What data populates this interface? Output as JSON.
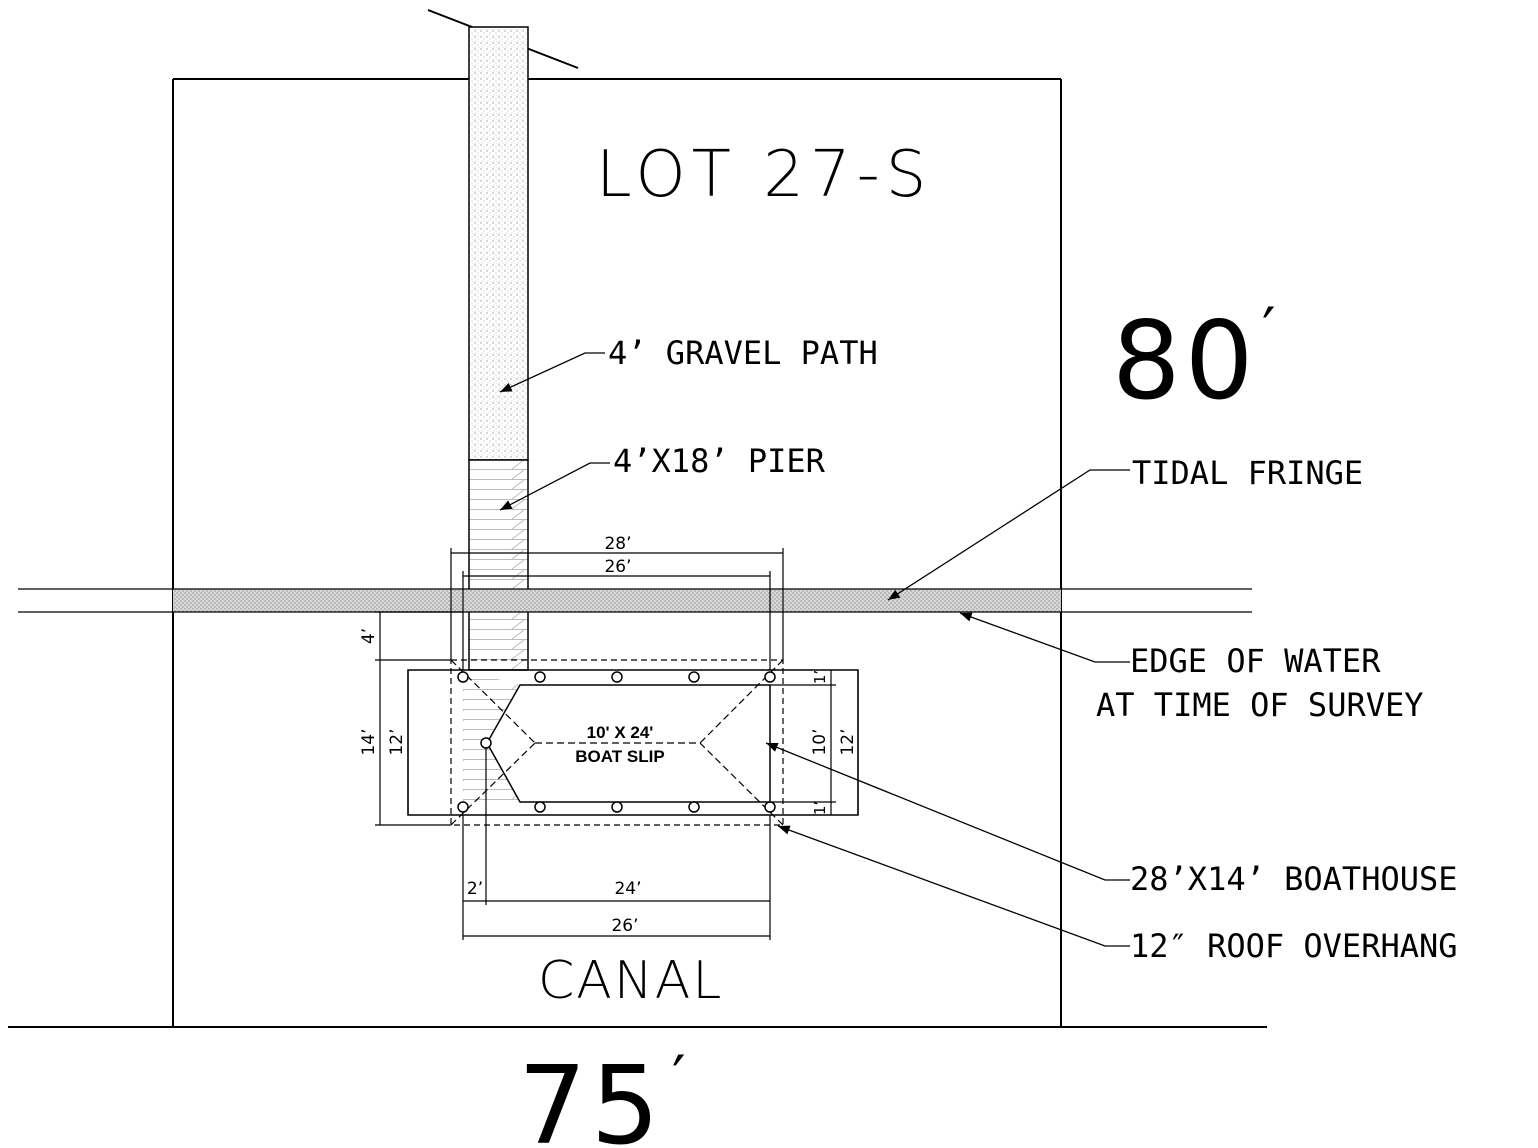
{
  "lot_label": "LOT 27-S",
  "dim_right": "80",
  "dim_bottom": "75",
  "prime": "′",
  "water_label": "CANAL",
  "callouts": {
    "gravel_path": "4’ GRAVEL PATH",
    "pier": "4’X18’ PIER",
    "tidal_fringe": "TIDAL FRINGE",
    "edge_of_water_1": "EDGE OF WATER",
    "edge_of_water_2": "AT TIME OF SURVEY",
    "boathouse": "28’X14’ BOATHOUSE",
    "roof_overhang": "12″ ROOF OVERHANG"
  },
  "slip_label_1": "10' X 24'",
  "slip_label_2": "BOAT SLIP",
  "dimensions": {
    "top_outer": "28’",
    "top_inner": "26’",
    "left_setback": "4’",
    "left_outer": "14’",
    "left_inner": "12’",
    "right_top": "1’",
    "right_mid": "10’",
    "right_outer": "12’",
    "right_bottom": "1’",
    "bottom_offset": "2’",
    "bottom_inner": "24’",
    "bottom_outer": "26’"
  }
}
